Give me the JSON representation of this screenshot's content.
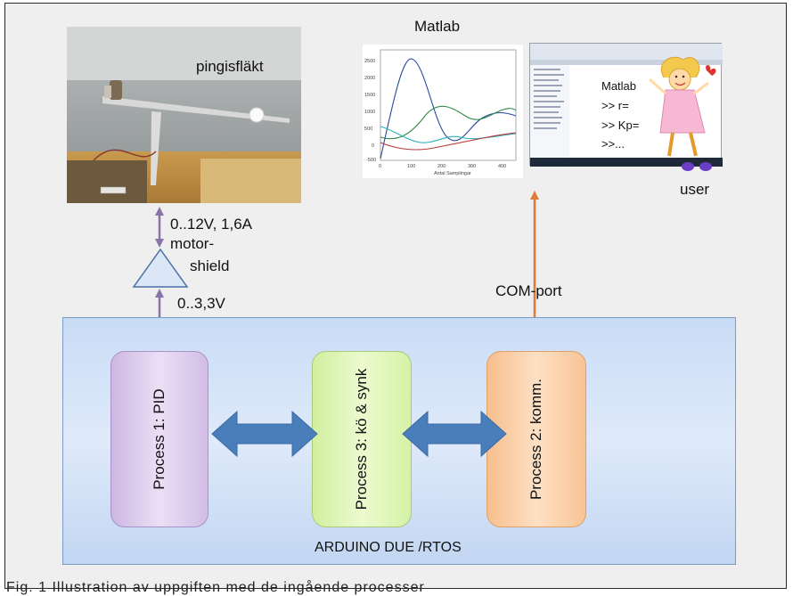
{
  "labels": {
    "plant": "pingisfläkt",
    "matlab_title": "Matlab",
    "user": "user",
    "voltage_high": "0..12V, 1,6A",
    "motor_shield_1": "motor-",
    "motor_shield_2": "shield",
    "voltage_low": "0..3,3V",
    "com_port": "COM-port",
    "board": "ARDUINO DUE /RTOS"
  },
  "screen_text": [
    "Matlab",
    ">> r=",
    ">> Kp=",
    ">>..."
  ],
  "processes": {
    "p1": "Process 1: PID",
    "p3": "Process 3: kö & synk",
    "p2": "Process 2:  komm."
  },
  "plot": {
    "xlabel": "Antal Samplingar",
    "x_ticks": [
      "0",
      "100",
      "200",
      "300",
      "400"
    ],
    "y_ticks": [
      "2500",
      "2000",
      "1500",
      "1000",
      "500",
      "0",
      "-500"
    ]
  },
  "caption_fragment": "Fig. 1 Illustration av uppgiften med de ingående processer",
  "colors": {
    "board_border": "#7a9ac0",
    "link_purple": "#8a73a8",
    "link_orange": "#e07a3a",
    "block_arrow": "#4a7ebb"
  }
}
